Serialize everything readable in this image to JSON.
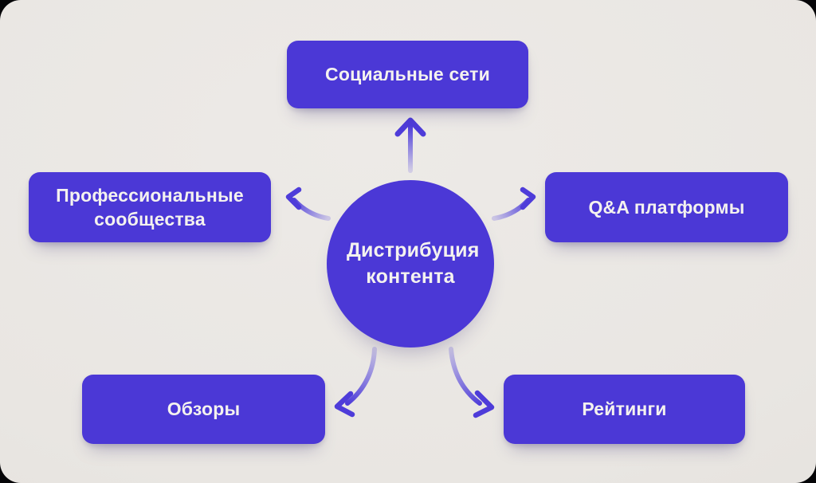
{
  "colors": {
    "frame": "#050507",
    "surface": "#e9e6e2",
    "accent": "#4b38d6",
    "arrow": "#5547dd",
    "text-light": "#f4f2ef"
  },
  "diagram": {
    "title_context": "content distribution mind map",
    "center": {
      "id": "content-distribution",
      "label": "Дистрибуция контента"
    },
    "nodes": [
      {
        "id": "social-networks",
        "label": "Социальные сети",
        "position": "top"
      },
      {
        "id": "professional-communities",
        "label": "Профессиональные сообщества",
        "position": "left"
      },
      {
        "id": "qa-platforms",
        "label": "Q&A платформы",
        "position": "right"
      },
      {
        "id": "reviews",
        "label": "Обзоры",
        "position": "bottom-left"
      },
      {
        "id": "ratings",
        "label": "Рейтинги",
        "position": "bottom-right"
      }
    ],
    "connectors": [
      "center-to-social-networks",
      "center-to-professional-communities",
      "center-to-qa-platforms",
      "center-to-reviews",
      "center-to-ratings"
    ]
  }
}
